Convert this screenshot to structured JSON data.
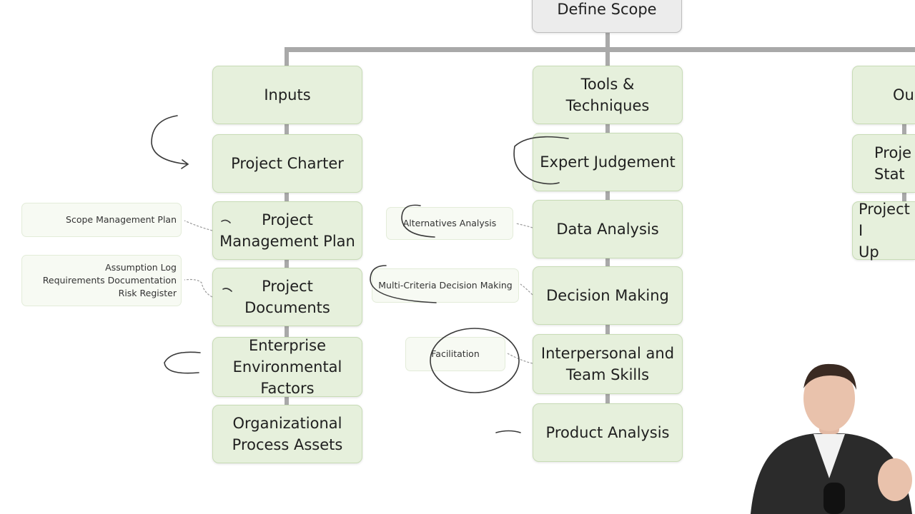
{
  "root": {
    "title": "Define Scope"
  },
  "columns": {
    "inputs": {
      "header": "Inputs",
      "items": [
        "Project Charter",
        "Project\nManagement Plan",
        "Project\nDocuments",
        "Enterprise\nEnvironmental\nFactors",
        "Organizational\nProcess Assets"
      ]
    },
    "tools": {
      "header": "Tools &\nTechniques",
      "items": [
        "Expert Judgement",
        "Data Analysis",
        "Decision Making",
        "Interpersonal and\nTeam Skills",
        "Product Analysis"
      ]
    },
    "outputs": {
      "header": "Ou",
      "items": [
        "Proje\nStat",
        "Project I\nUp"
      ]
    }
  },
  "notes": {
    "scope_management_plan": "Scope Management Plan",
    "project_documents": "Assumption Log\nRequirements Documentation\nRisk Register",
    "alternatives_analysis": "Alternatives Analysis",
    "multi_criteria": "Multi-Criteria Decision Making",
    "facilitation": "Facilitation"
  },
  "colors": {
    "box_fill": "#e6f0dc",
    "box_border": "#c8dcb6",
    "connector": "#a9a9a9",
    "ink": "#333333"
  }
}
